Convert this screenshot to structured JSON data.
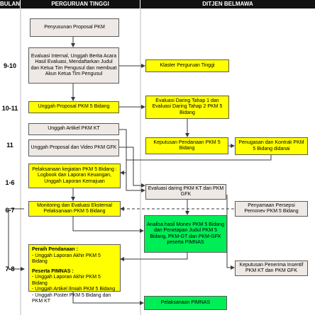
{
  "header": {
    "col_bulan": "BULAN",
    "col_pt": "PERGURUAN TINGGI",
    "col_dikti": "DITJEN BELMAWA"
  },
  "rows": {
    "r1": "9-10",
    "r2": "10-11",
    "r3": "11",
    "r4": "1-6",
    "r5": "6-7",
    "r6": "7-8"
  },
  "boxes": {
    "penyusunan": "Penyusunan Proposal PKM",
    "evaluasi_internal": "Evaluasi Internal, Unggah Berita Acara Hasil Evaluasi, Mendaftarkan Judul dan Ketua Tim Pengusul dan membuat Akun Ketua Tim Pengusul",
    "klaster": "Klaster Perguruan Tinggi",
    "unggah_proposal": "Unggah Proposal PKM 5 Bidang",
    "evaluasi_daring_1_2": "Evaluasi Daring Tahap 1 dan Evaluasi Daring Tahap 2 PKM 5 Bidang",
    "unggah_artikel_kt": "Unggah Artikel PKM KT",
    "unggah_video_gfk": "Unggah Proposal dan Video PKM GFK",
    "keputusan_pendanaan": "Keputusan Pendanaan PKM 5 Bidang",
    "penugasan_kontrak": "Penugasan dan Kontrak PKM 5 Bidang didanai",
    "pelaksanaan_kegiatan": "Pelaksanaan kegiatan PKM 5 Bidang : Logbook dan Laporan Keuangan, Unggah Laporan Kemajuan",
    "evaluasi_daring_kt_gfk": "Evaluasi daring PKM KT dan PKM GFK",
    "monev": "Monitoring dan Evaluasi Eksternal Pelaksanaan PKM 5 Bidang",
    "persepsi": "Penyamaan Persepsi Pemonev PKM 5 Bidang",
    "analisa": "Analisa hasil Monev PKM 5 Bidang dan Penetapan Judul PKM 5 Bidang, PKM-GT dan PKM-GFK peserta PIMNAS",
    "peraih_title": "Peraih Pendanaan :",
    "peraih_1": "- Unggah Laporan Akhir PKM 5 Bidang",
    "peserta_title": "Peserta PIMNAS :",
    "peserta_1": "- Unggah Laporan Akhir PKM 5 Bidang",
    "peserta_2": "- Unggah Artikel Ilmiah PKM 5 Bidang",
    "peserta_3": "- Unggah Poster PKM 5 Bidang dan PKM KT",
    "keputusan_insentif": "Keputusan Penerima Insentif PKM KT dan PKM GFK",
    "pelaksanaan_pimnas": "Pelaksanaan PIMNAS"
  },
  "colors": {
    "gray": "#efe9e6",
    "yellow": "#ffff00",
    "green": "#00ee55",
    "header": "#111111",
    "arrow": "#3a3a3a"
  }
}
